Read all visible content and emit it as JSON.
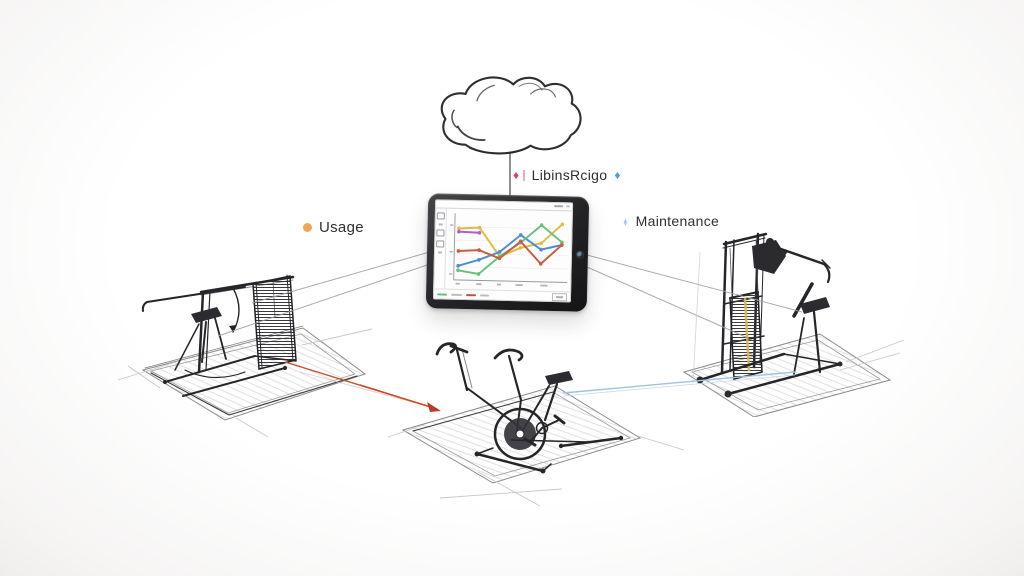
{
  "scene": {
    "description": "hand-sketched concept diagram: three gym machines connected to a tablet analytics dashboard and a cloud",
    "background": "#fbfbfa"
  },
  "cloud": {
    "name": "cloud",
    "label": "LibinsRcigo",
    "left_marker_color": "#d9486b",
    "right_marker_color": "#4aa3df"
  },
  "annotations": {
    "usage": {
      "label": "Usage",
      "marker_color": "#f0a555"
    },
    "maintenance": {
      "label": "Maintenance",
      "marker_color": "#a9c9e8"
    }
  },
  "equipment": [
    {
      "id": "cable-machine",
      "position": "left",
      "desc": "sketched cable / smith machine with weight stack on floor mat"
    },
    {
      "id": "exercise-bike",
      "position": "center",
      "desc": "sketched spin bike with flywheel on floor mat"
    },
    {
      "id": "multi-gym",
      "position": "right",
      "desc": "sketched multi-station gym with weight stack and seat on floor mat"
    }
  ],
  "connections": {
    "gray_connector_color": "#9e9e9e",
    "usage_arrow_color": "#c2532f",
    "maintenance_line_color": "#a3c2e0"
  },
  "chart_data": {
    "type": "line",
    "context": "mini analytics chart on tablet screen",
    "values_estimated": true,
    "tick_labels_illegible": true,
    "x_count": 6,
    "categories": [
      "",
      "",
      "",
      "",
      "",
      ""
    ],
    "ylim": [
      0,
      100
    ],
    "grid": true,
    "legend_position": "bottom",
    "series": [
      {
        "name": "yellow",
        "color": "#e2bb3f",
        "values": [
          80,
          82,
          38,
          52,
          60,
          90
        ]
      },
      {
        "name": "blue",
        "color": "#4a8fd4",
        "values": [
          22,
          32,
          45,
          72,
          50,
          58
        ]
      },
      {
        "name": "green",
        "color": "#66c17a",
        "values": [
          15,
          10,
          38,
          60,
          88,
          62
        ]
      },
      {
        "name": "red",
        "color": "#cc5a40",
        "values": [
          45,
          47,
          35,
          62,
          28,
          58
        ]
      },
      {
        "name": "purple",
        "color": "#b05fd0",
        "values": [
          75,
          74,
          null,
          null,
          null,
          null
        ]
      }
    ],
    "legend_swatches": [
      "#66c17a",
      "#cc4f3d"
    ]
  },
  "accents": {
    "mat_orange": "#c4845c",
    "stack_pin_yellow": "#d8b84a"
  }
}
